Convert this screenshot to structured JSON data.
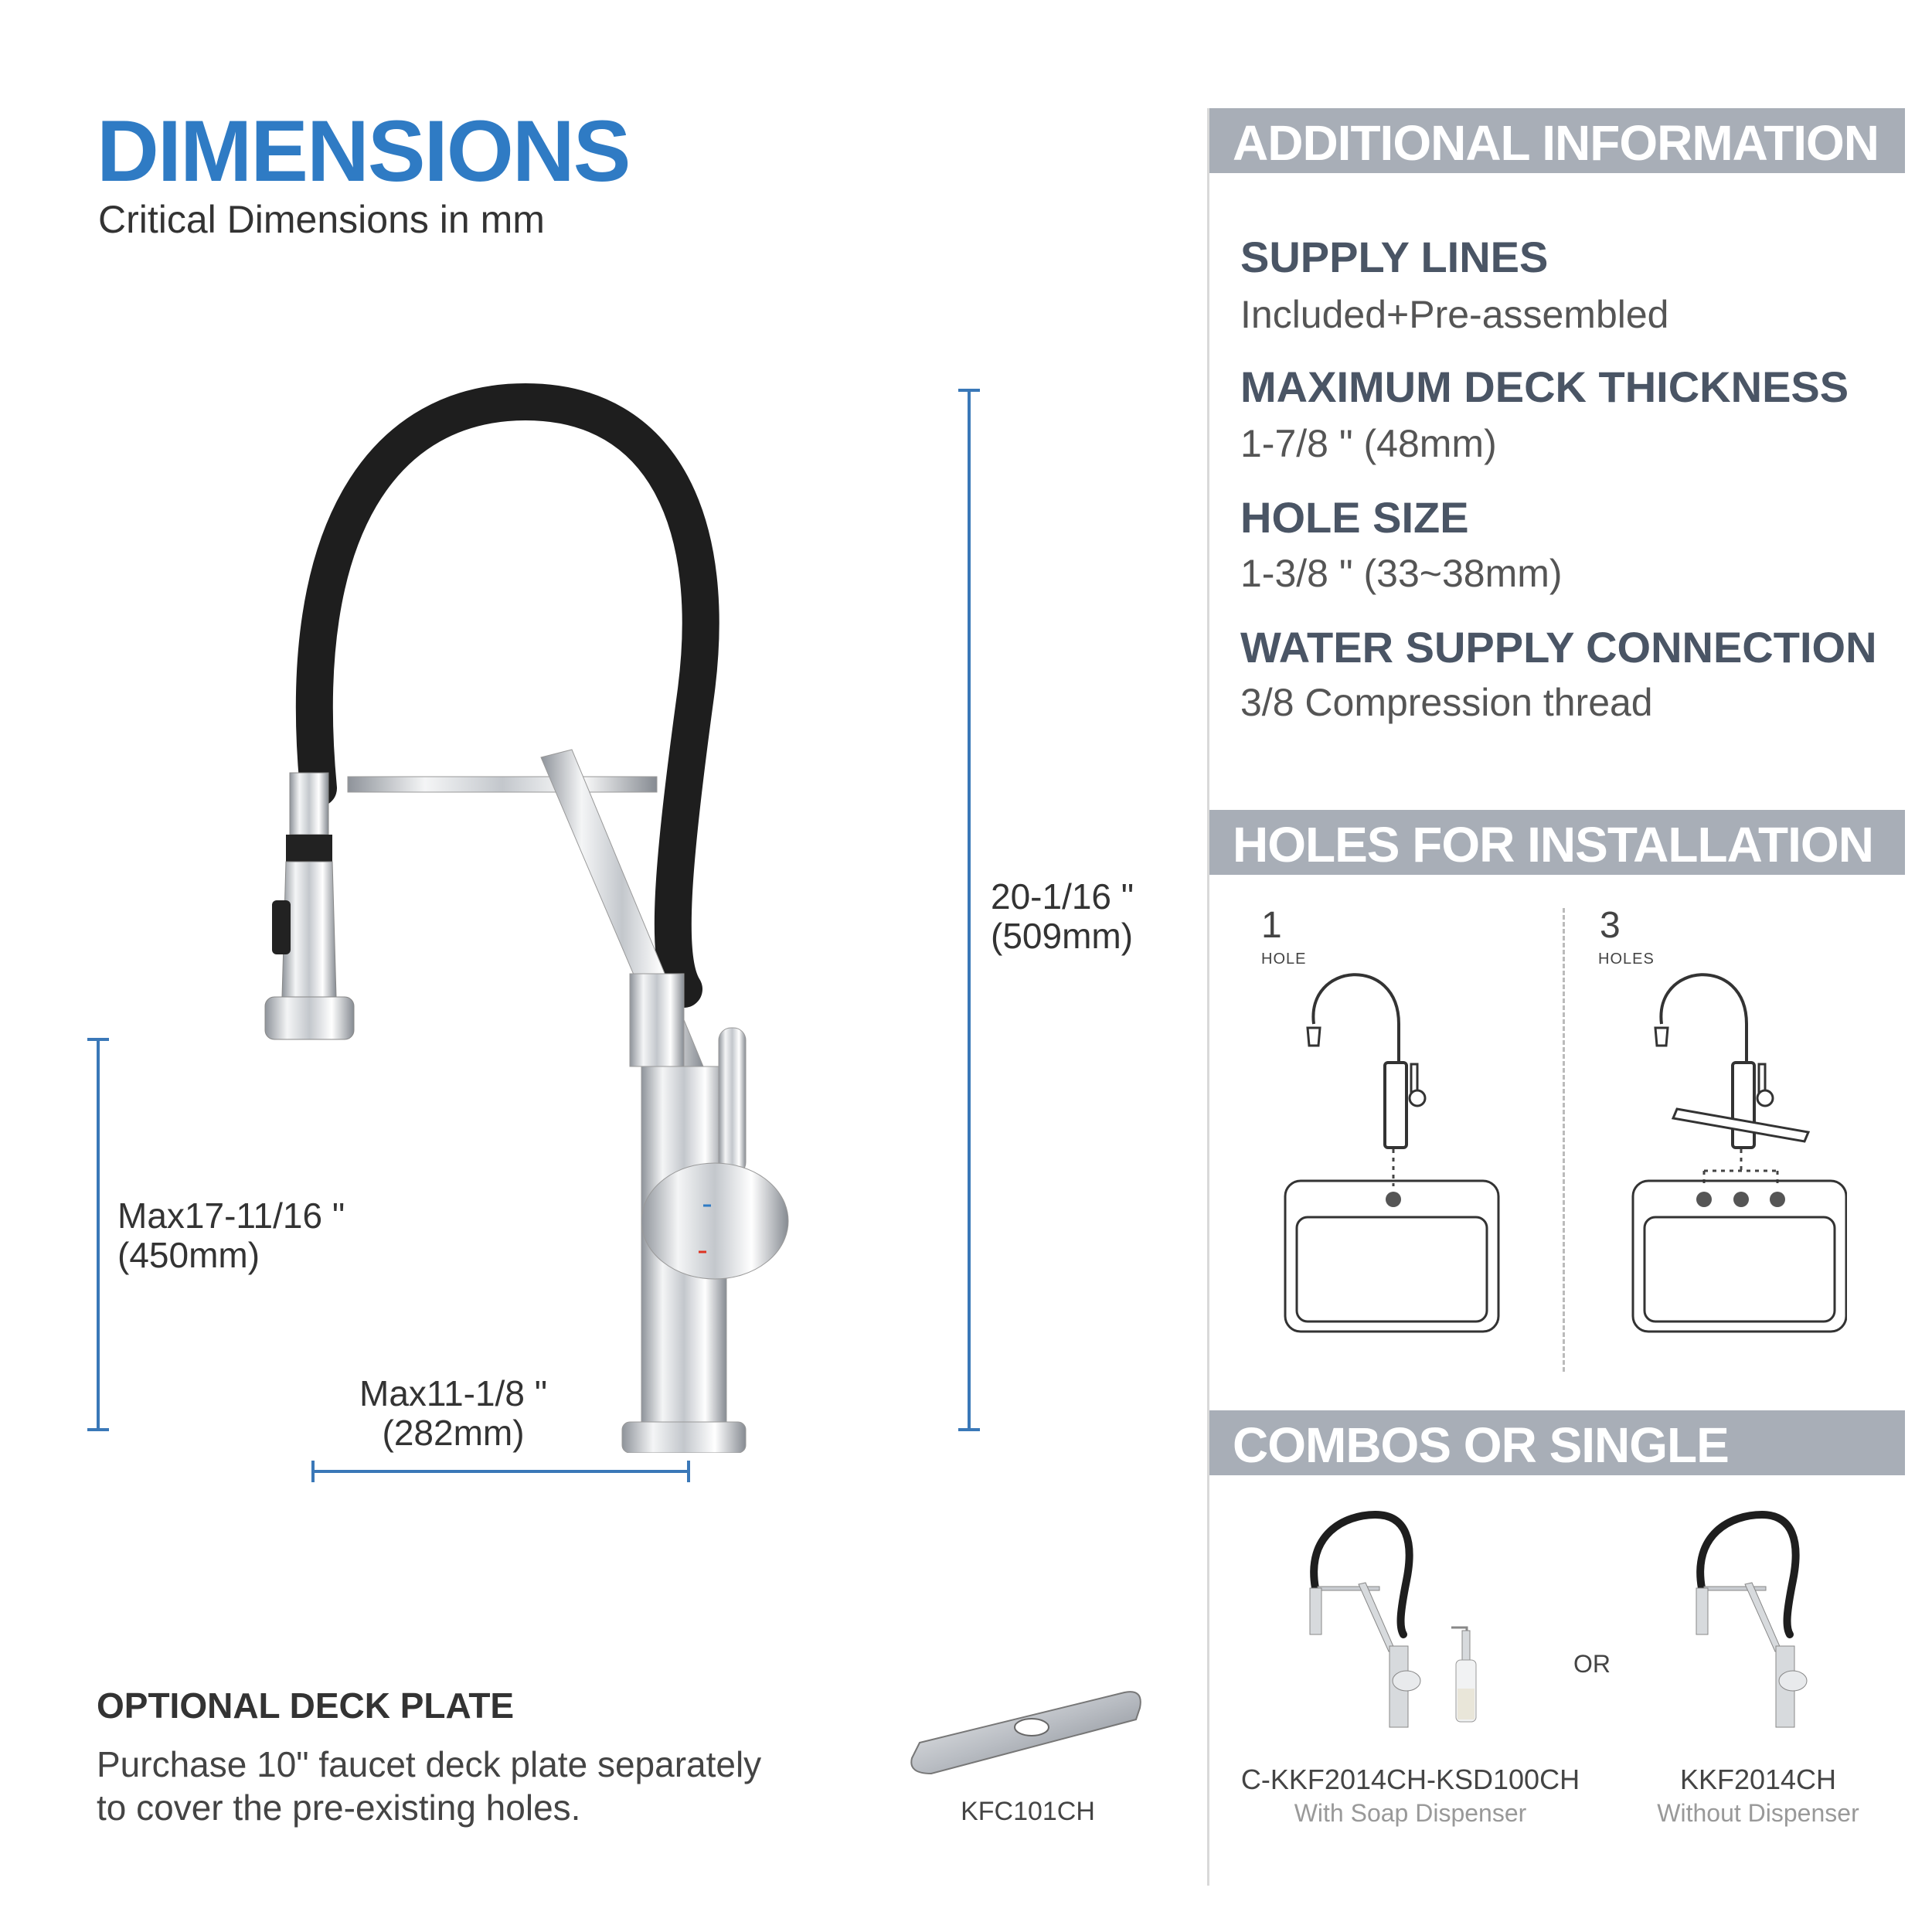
{
  "header": {
    "title": "DIMENSIONS",
    "subtitle": "Critical Dimensions in mm"
  },
  "dimensions": {
    "height_total_in": "20-1/16 \"",
    "height_total_mm": "(509mm)",
    "height_max_in": "Max17-11/16 \"",
    "height_max_mm": "(450mm)",
    "reach_in": "Max11-1/8 \"",
    "reach_mm": "(282mm)"
  },
  "deck_plate": {
    "title": "OPTIONAL DECK PLATE",
    "description_line1": "Purchase 10\" faucet deck plate separately",
    "description_line2": "to cover the pre-existing holes.",
    "code": "KFC101CH"
  },
  "additional_info": {
    "title": "ADDITIONAL INFORMATION",
    "items": [
      {
        "label": "SUPPLY LINES",
        "value": "Included+Pre-assembled"
      },
      {
        "label": "MAXIMUM DECK THICKNESS",
        "value": "1-7/8 \" (48mm)"
      },
      {
        "label": "HOLE SIZE",
        "value": "1-3/8 \" (33~38mm)"
      },
      {
        "label": "WATER SUPPLY CONNECTION",
        "value": "3/8 Compression thread"
      }
    ]
  },
  "holes": {
    "title": "HOLES FOR INSTALLATION",
    "options": [
      {
        "number": "1",
        "word": "HOLE"
      },
      {
        "number": "3",
        "word": "HOLES"
      }
    ]
  },
  "combos": {
    "title": "COMBOS OR SINGLE",
    "or_label": "OR",
    "items": [
      {
        "code": "C-KKF2014CH-KSD100CH",
        "subtitle": "With Soap Dispenser"
      },
      {
        "code": "KKF2014CH",
        "subtitle": "Without Dispenser"
      }
    ]
  },
  "colors": {
    "title_blue": "#2f7bc4",
    "dimension_blue": "#3a78b8",
    "section_bar_gray": "#a8aeb7",
    "label_slate": "#4a5565",
    "hose_black": "#1e1e1e",
    "chrome": "#c9ccd1"
  }
}
